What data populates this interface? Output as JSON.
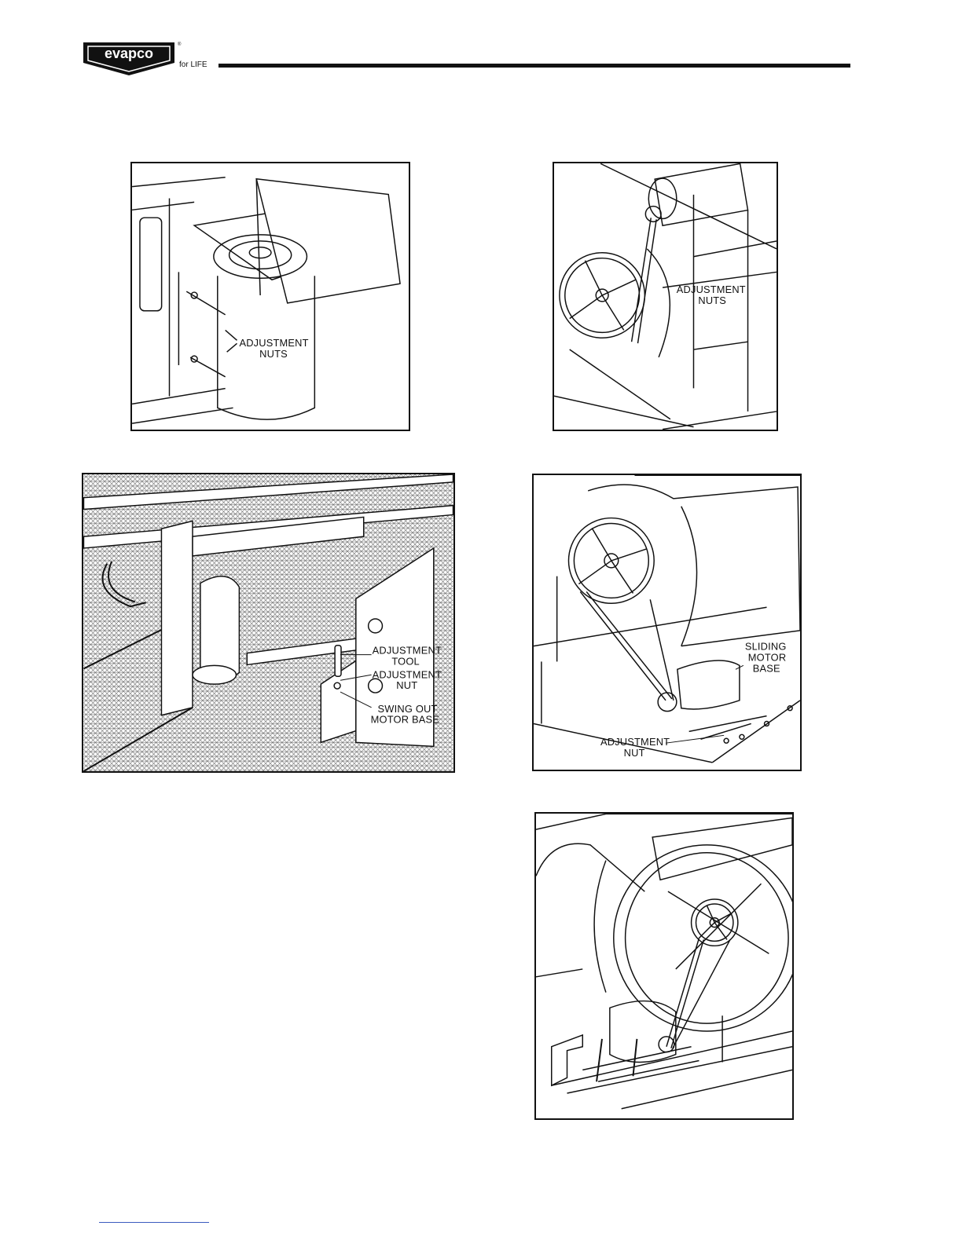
{
  "header": {
    "brand": "evapco",
    "tagline": "for LIFE",
    "registered_mark": "®"
  },
  "figures": [
    {
      "id": "fig1",
      "labels": [
        "ADJUSTMENT",
        "NUTS"
      ]
    },
    {
      "id": "fig2",
      "labels": [
        "ADJUSTMENT",
        "NUTS"
      ]
    },
    {
      "id": "fig3",
      "labels": [
        "ADJUSTMENT",
        "TOOL",
        "ADJUSTMENT",
        "NUT",
        "SWING OUT",
        "MOTOR BASE"
      ]
    },
    {
      "id": "fig4",
      "labels": [
        "SLIDING",
        "MOTOR",
        "BASE",
        "ADJUSTMENT",
        "NUT"
      ]
    },
    {
      "id": "fig5",
      "labels": []
    }
  ],
  "colors": {
    "ink": "#111111",
    "link_rule": "#3b5bbf"
  }
}
